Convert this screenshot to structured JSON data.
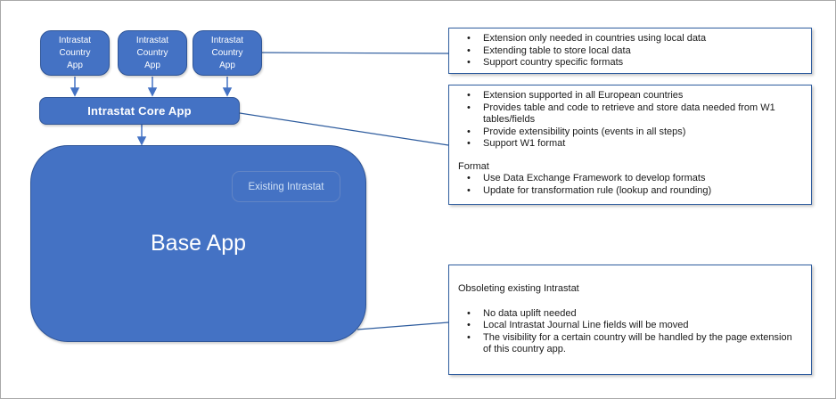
{
  "colors": {
    "shape_fill": "#4472C4",
    "shape_border": "#2F5597",
    "connector_blue": "#4472C4",
    "note_border": "#2E5C9E",
    "badge_text": "#CFE0F5"
  },
  "diagram": {
    "country_apps": [
      {
        "label": "Intrastat\nCountry\nApp"
      },
      {
        "label": "Intrastat\nCountry\nApp"
      },
      {
        "label": "Intrastat\nCountry\nApp"
      }
    ],
    "core_app": {
      "label": "Intrastat Core App"
    },
    "base_app": {
      "label": "Base App",
      "badge": "Existing Intrastat"
    }
  },
  "notes": {
    "country_note": {
      "bullets": [
        "Extension only needed in countries using local data",
        "Extending table to store local data",
        "Support country specific formats"
      ]
    },
    "core_note": {
      "bullets": [
        "Extension supported in all European countries",
        "Provides table and code to retrieve and store data needed from W1 tables/fields",
        "Provide extensibility points (events in all steps)",
        "Support W1 format"
      ],
      "section_title": "Format",
      "format_bullets": [
        "Use Data Exchange Framework to develop formats",
        "Update for transformation rule (lookup and rounding)"
      ]
    },
    "base_note": {
      "title": "Obsoleting existing Intrastat",
      "bullets": [
        "No data uplift needed",
        "Local Intrastat Journal Line fields will be moved",
        "The visibility for a certain country will be handled by the page extension of this country app."
      ]
    }
  }
}
